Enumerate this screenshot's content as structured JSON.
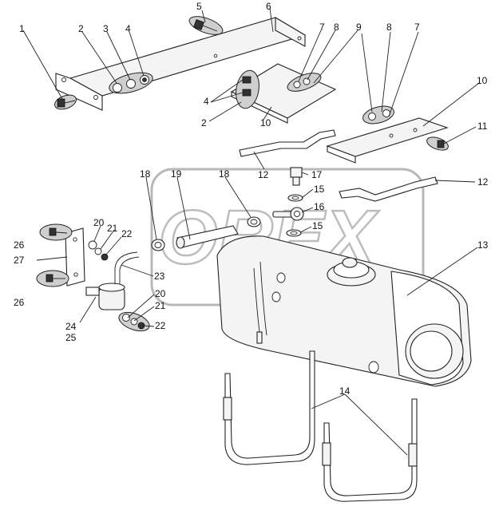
{
  "watermark": {
    "text": "OREX"
  },
  "callouts": [
    {
      "id": "c1",
      "label": "1"
    },
    {
      "id": "c2a",
      "label": "2"
    },
    {
      "id": "c3",
      "label": "3"
    },
    {
      "id": "c4a",
      "label": "4"
    },
    {
      "id": "c5",
      "label": "5"
    },
    {
      "id": "c6",
      "label": "6"
    },
    {
      "id": "c7a",
      "label": "7"
    },
    {
      "id": "c8a",
      "label": "8"
    },
    {
      "id": "c9",
      "label": "9"
    },
    {
      "id": "c8b",
      "label": "8"
    },
    {
      "id": "c7b",
      "label": "7"
    },
    {
      "id": "c4b",
      "label": "4"
    },
    {
      "id": "c2b",
      "label": "2"
    },
    {
      "id": "c10a",
      "label": "10"
    },
    {
      "id": "c10b",
      "label": "10"
    },
    {
      "id": "c11",
      "label": "11"
    },
    {
      "id": "c12a",
      "label": "12"
    },
    {
      "id": "c12b",
      "label": "12"
    },
    {
      "id": "c17",
      "label": "17"
    },
    {
      "id": "c18a",
      "label": "18"
    },
    {
      "id": "c19",
      "label": "19"
    },
    {
      "id": "c18b",
      "label": "18"
    },
    {
      "id": "c15a",
      "label": "15"
    },
    {
      "id": "c16",
      "label": "16"
    },
    {
      "id": "c15b",
      "label": "15"
    },
    {
      "id": "c13",
      "label": "13"
    },
    {
      "id": "c20a",
      "label": "20"
    },
    {
      "id": "c21a",
      "label": "21"
    },
    {
      "id": "c22a",
      "label": "22"
    },
    {
      "id": "c26a",
      "label": "26"
    },
    {
      "id": "c27",
      "label": "27"
    },
    {
      "id": "c26b",
      "label": "26"
    },
    {
      "id": "c23",
      "label": "23"
    },
    {
      "id": "c20b",
      "label": "20"
    },
    {
      "id": "c21b",
      "label": "21"
    },
    {
      "id": "c22b",
      "label": "22"
    },
    {
      "id": "c24",
      "label": "24"
    },
    {
      "id": "c25",
      "label": "25"
    },
    {
      "id": "c14",
      "label": "14"
    }
  ]
}
